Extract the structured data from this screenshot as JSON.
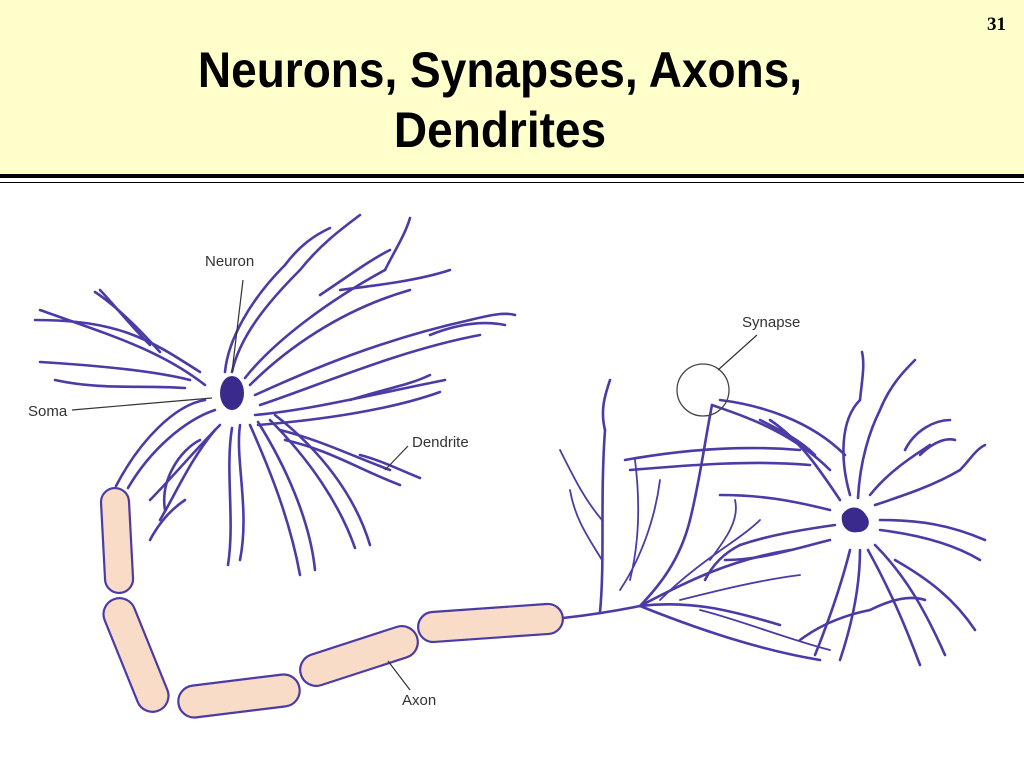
{
  "slide": {
    "page_number": "31",
    "title_line1": "Neurons, Synapses, Axons,",
    "title_line2": "Dendrites"
  },
  "diagram": {
    "labels": {
      "neuron": "Neuron",
      "soma": "Soma",
      "dendrite": "Dendrite",
      "synapse": "Synapse",
      "axon": "Axon"
    }
  },
  "colors": {
    "header_bg": "#ffffcc",
    "neuron_stroke": "#4b3ba6",
    "myelin_fill": "#f8dcc8",
    "nucleus_fill": "#3a2a8c"
  }
}
